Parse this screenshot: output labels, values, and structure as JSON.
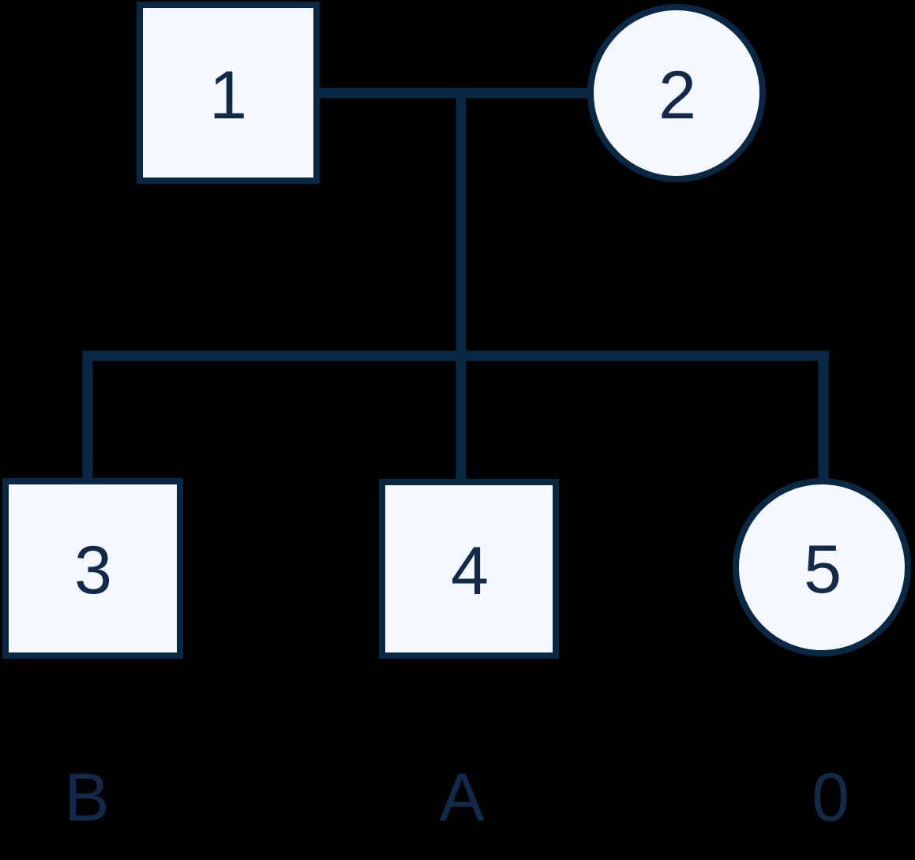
{
  "diagram": {
    "kind": "pedigree-chart",
    "colors": {
      "background": "#000000",
      "line": "#0a2744",
      "shape_fill": "#f5f8fd",
      "text": "#12294a"
    },
    "generation1": {
      "father": {
        "label": "1",
        "sex": "male",
        "shape": "square"
      },
      "mother": {
        "label": "2",
        "sex": "female",
        "shape": "circle"
      }
    },
    "generation2": {
      "children": [
        {
          "label": "3",
          "sex": "male",
          "shape": "square",
          "annotation": "B"
        },
        {
          "label": "4",
          "sex": "male",
          "shape": "square",
          "annotation": "A"
        },
        {
          "label": "5",
          "sex": "female",
          "shape": "circle",
          "annotation": "0"
        }
      ]
    }
  }
}
